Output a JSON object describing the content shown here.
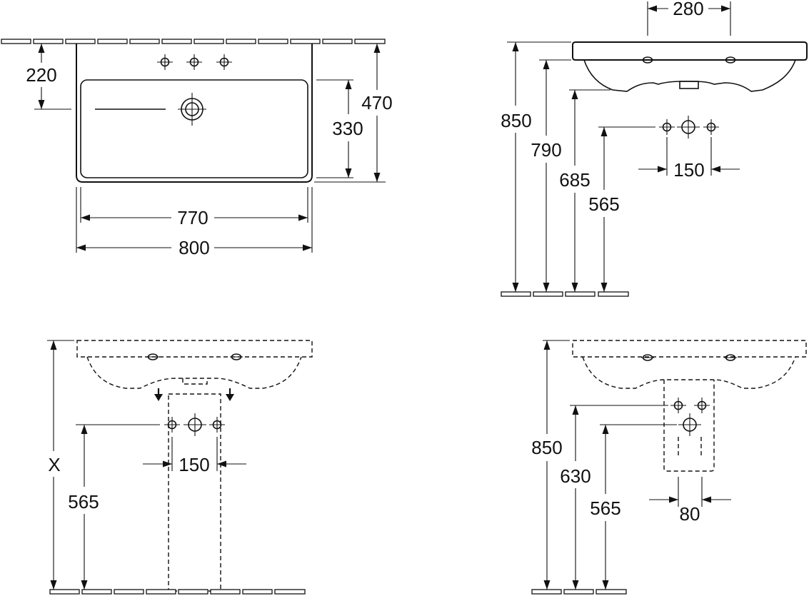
{
  "top_view": {
    "dim_tap_depth": "220",
    "dim_bowl_depth": "330",
    "dim_total_depth": "470",
    "dim_bowl_width": "770",
    "dim_total_width": "800"
  },
  "side_view": {
    "dim_hole_spacing": "280",
    "dim_height_rim": "850",
    "dim_height_underside": "790",
    "dim_height_bowl_bottom": "685",
    "dim_height_drain": "565",
    "dim_drain_spacing": "150"
  },
  "pedestal_view": {
    "dim_height_variable": "X",
    "dim_height_drain": "565",
    "dim_drain_spacing": "150"
  },
  "semi_pedestal_view": {
    "dim_height_rim": "850",
    "dim_height_upper": "630",
    "dim_height_drain": "565",
    "dim_drain_spacing": "80"
  }
}
